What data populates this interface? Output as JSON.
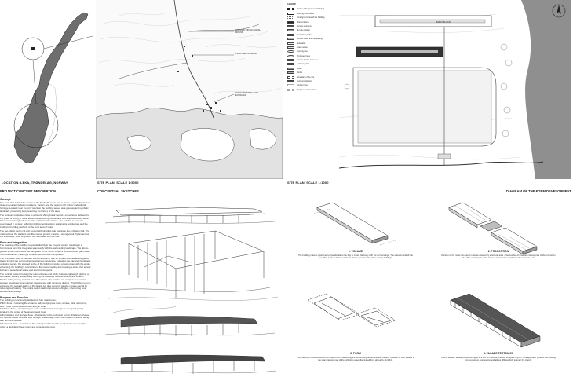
{
  "location": {
    "caption": "LOCATION: LEKA, TRØNDELAG, NORWAY"
  },
  "site_plan_1": {
    "caption": "SITE PLAN, SCALE 1:5000",
    "labels": [
      "HISTORIC VIKING BURIAL MOUND",
      "PROPOSED MUSEUM",
      "FERRY TERMINAL CITY ENTRANCE"
    ]
  },
  "site_plan_2": {
    "caption": "SITE PLAN, SCALE 1:1000",
    "legend_title": "LEGEND",
    "building_label": "MAIN BLOCK",
    "legend_items": [
      "Border of the proposed building",
      "Building roof outline",
      "Underground line of the building",
      "Main entrance",
      "Service entrance",
      "Bicycle parking",
      "Pedestrian paths",
      "Vehicle roads and car parking",
      "Sidewalks",
      "Grass areas",
      "Existing trees",
      "Proposed trees",
      "Terrace for the museum",
      "Lookout points",
      "Water",
      "Rocks",
      "Boundary of the site",
      "Existing buildings",
      "Contour lines",
      "Proposed contour lines"
    ]
  },
  "concept": {
    "title": "PROJECT CONCEPT DESCRIPTION",
    "sections": [
      {
        "heading": "Concept",
        "text": "The main idea behind the design of the Nordic Museum was to create a space that fosters close encounters between residents, visitors, and the region's rich artistic and cultural heritage. Located near the ferry terminal, the building serves as a gateway and symbolic landmark, preserving and presenting the history of the area."
      },
      {
        "heading": "",
        "text": "The museum is situated close to a historic Viking burial mound—a reverence delivered to the grave of a king or noble leader, evidenced by the remains of a ship discovered within. This context strongly influenced the architectural narrative. The building is perfectly coordinated in contour, reflecting both current trends in sustainable architecture and the traditional building methods of the local area of Leka."
      },
      {
        "heading": "",
        "text": "The two-object roof is cut and topped with skylights that illuminate the exhibition hall. The main volume, the stacked and lifted above ground, creates a strong visual rhythm across the landscape, while a dynamic cell resonates with the sea."
      },
      {
        "heading": "Form and Integration",
        "text": "The massing of the building responds directly to the irregular terrain, resulting in a harmonious form that integrates seamlessly with the surrounding landscape. The above-ground portion consists of two elongated forms, which create a central exterior path offset from one another, creating a dynamic yet cohesive composition."
      },
      {
        "heading": "",
        "text": "The first, lower block is the main entrance volume, with an arcade that has an elongated, shape framing the surrounding mountainous landscape. Following the fractured landscape of sloping terrain, the stepped profile of the building provides a harmonious with the whole, enhancing the building's connection to the natural setting and creating a sense that serves both as a recreational space and a scenic viewpoint."
      },
      {
        "heading": "",
        "text": "The vertical section, housing the main entrance and lobby, features lightweight glazing on both sides, visually and spatially blurring the boundary between interior and exterior. Timber is the primary material used throughout. The facades are composed of vertical wooden boards set at an interval, interspersed with generous glazing. This rhythm not only enhances the textural quality of the facade but also supports passive climate control by reducing overheating. The roof is clad in traditional wooden shingles, referencing local architectural heritage."
      },
      {
        "heading": "Program and Function",
        "text": "The building is functionally divided into four main zones:\nPublic Zone – Including the entrance hall, multipurpose room, terrace, café, restrooms, and a foyer with a ticket counter and gift shop.\nExhibition Zone – Comprising the main exhibition hall and a green courtyard (patio) located in the center of the underground level.\nAdministrative and Storage Zone – Positioned in the northwest corner; this area includes the back-of-house facilities, staff storage, and storage rooms for museum artifacts, along with technical spaces.\nEducational Zone – Located on the underground level, this area features an open-plan office, a dedicated break room, and a conference room."
      }
    ]
  },
  "sketches": {
    "title": "CONCEPTUAL SKETCHES"
  },
  "form_development": {
    "title": "DIAGRAM OF THE FORM DEVELOPMENT",
    "steps": [
      {
        "heading": "1. VOLUME",
        "text": "The building mass is positioned perpendicular to the bay to create harmony with the surroundings. The mass is divided into two offset parts to better match the above-ground scale of the nearby buildings."
      },
      {
        "heading": "2. PROPORTION",
        "text": "Division of the mass into equal modules created by structural axes – the number of modules corresponds to the proportion 2:4:6. The central part of the mass is recessed to emphasize the entrance zone."
      },
      {
        "heading": "3. FORM",
        "text": "The building is covered with a four-sloped roof, referencing the surrounding terrain and site context. Creation of high spaces in the main hall and part of the exhibition area, illuminated from above by skylights."
      },
      {
        "heading": "4. FACADE TECTONICS",
        "text": "Use of wooden facade panels arranged in a 100 cm module, creating a regular rhythm. This approach protects the building from excessive overheating and allows diffused light to enter the interior."
      }
    ]
  },
  "colors": {
    "ink": "#1a1a1a",
    "water": "#8f8f8f",
    "land": "#f4f4f4",
    "map_dark": "#6e6e6e"
  }
}
